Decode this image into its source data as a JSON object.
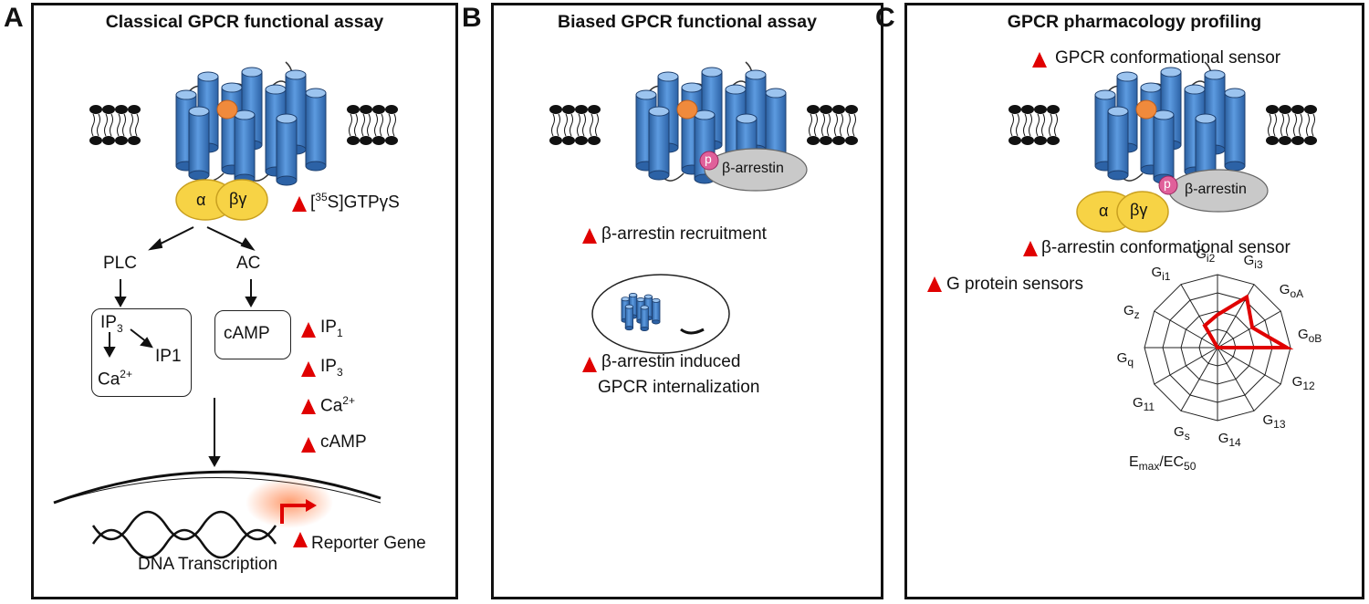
{
  "panels": {
    "a": {
      "letter": "A",
      "title": "Classical GPCR functional assay",
      "alpha": "α",
      "betagamma": "βγ",
      "gtp_prefix": "[",
      "gtp_sup": "35",
      "gtp_rest": "S]GTPγS",
      "plc": "PLC",
      "ac": "AC",
      "ip3_main": "IP",
      "ip3_sub": "3",
      "ip1": "IP1",
      "ca_main": "Ca",
      "ca_sup": "2+",
      "camp": "cAMP",
      "assays": [
        {
          "main": "IP",
          "sub": "1",
          "sup": ""
        },
        {
          "main": "IP",
          "sub": "3",
          "sup": ""
        },
        {
          "main": "Ca",
          "sub": "",
          "sup": "2+"
        },
        {
          "main": "cAMP",
          "sub": "",
          "sup": ""
        }
      ],
      "reporter": "Reporter Gene",
      "dna": "DNA Transcription"
    },
    "b": {
      "letter": "B",
      "title": "Biased GPCR functional assay",
      "p_label": "p",
      "arrestin": "β-arrestin",
      "recruit": "β-arrestin recruitment",
      "intern_line1": "β-arrestin induced",
      "intern_line2": "GPCR internalization"
    },
    "c": {
      "letter": "C",
      "title": "GPCR pharmacology profiling",
      "conf_sensor": "GPCR conformational sensor",
      "alpha": "α",
      "betagamma": "βγ",
      "p_label": "p",
      "arrestin": "β-arrestin",
      "arr_sensor": "β-arrestin conformational sensor",
      "g_sensors": "G protein sensors",
      "radar_axes": [
        {
          "main": "G",
          "sub": "i2"
        },
        {
          "main": "G",
          "sub": "i3"
        },
        {
          "main": "G",
          "sub": "oA"
        },
        {
          "main": "G",
          "sub": "oB"
        },
        {
          "main": "G",
          "sub": "12"
        },
        {
          "main": "G",
          "sub": "13"
        },
        {
          "main": "G",
          "sub": "14"
        },
        {
          "main": "G",
          "sub": "s"
        },
        {
          "main": "G",
          "sub": "11"
        },
        {
          "main": "G",
          "sub": "q"
        },
        {
          "main": "G",
          "sub": "z"
        },
        {
          "main": "G",
          "sub": "i1"
        }
      ],
      "radar_values": [
        0.45,
        0.8,
        0.55,
        0.95,
        0.0,
        0.0,
        0.0,
        0.0,
        0.0,
        0.0,
        0.0,
        0.35
      ],
      "radar_color": "#e00000",
      "emax_main": "E",
      "emax_sub": "max",
      "ec_main": "/EC",
      "ec_sub": "50"
    }
  },
  "colors": {
    "receptor": "#3e7fc7",
    "ligand": "#f08a3c",
    "gprotein": "#f7d345",
    "arrestin": "#c9c9c9",
    "phospho": "#e0609a",
    "marker": "#e00000"
  }
}
